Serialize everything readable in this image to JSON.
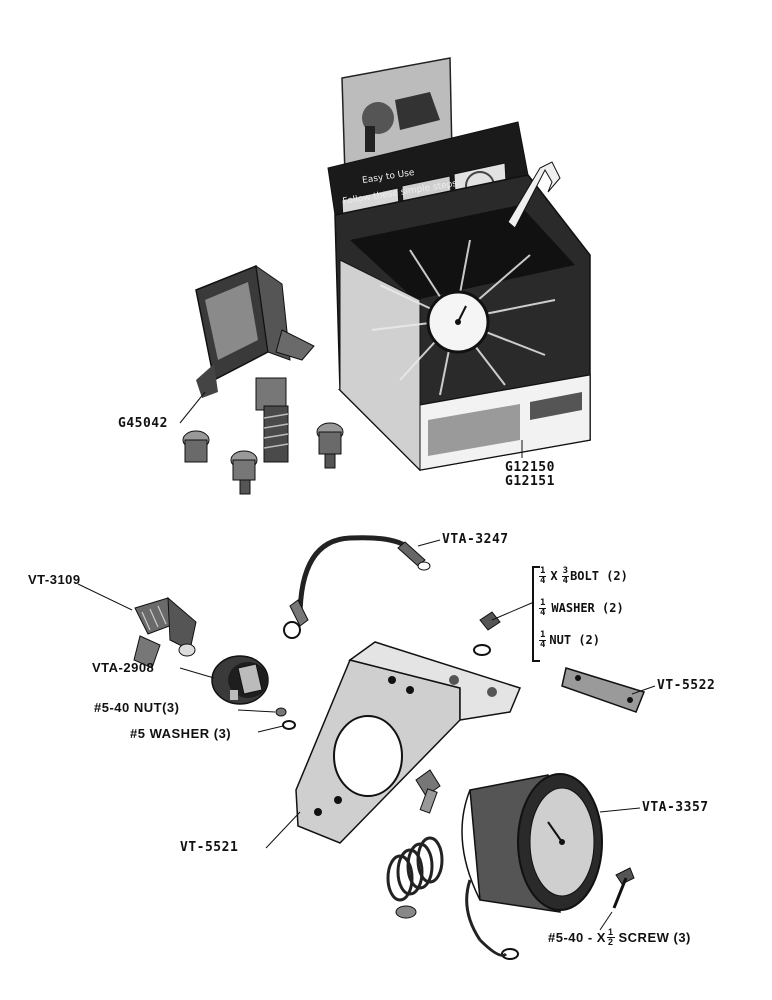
{
  "parts": {
    "g45042": "G45042",
    "g12150": "G12150",
    "g12151": "G12151",
    "vta3247": "VTA-3247",
    "vt3109": "VT-3109",
    "vta2908": "VTA-2908",
    "nut540": "#5-40 NUT(3)",
    "washer5": "#5 WASHER (3)",
    "vt5522": "VT-5522",
    "vt5521": "VT-5521",
    "vta3357": "VTA-3357"
  },
  "hardware": {
    "bolt": {
      "qty_frac_num": "1",
      "qty_frac_den": "4",
      "x": "X",
      "len_num": "3",
      "len_den": "4",
      "text": "BOLT (2)"
    },
    "washer": {
      "frac_num": "1",
      "frac_den": "4",
      "text": "WASHER (2)"
    },
    "nut": {
      "frac_num": "1",
      "frac_den": "4",
      "text": "NUT (2)"
    }
  },
  "screw": {
    "prefix": "#5-40 - X",
    "frac_num": "1",
    "frac_den": "2",
    "text": "SCREW (3)"
  },
  "display_card": {
    "line1": "Easy to Use",
    "line2": "Follow these simple steps"
  },
  "colors": {
    "ink": "#111111",
    "paper": "#ffffff",
    "photo_gray": "#8a8a8a",
    "dark": "#1a1a1a"
  }
}
